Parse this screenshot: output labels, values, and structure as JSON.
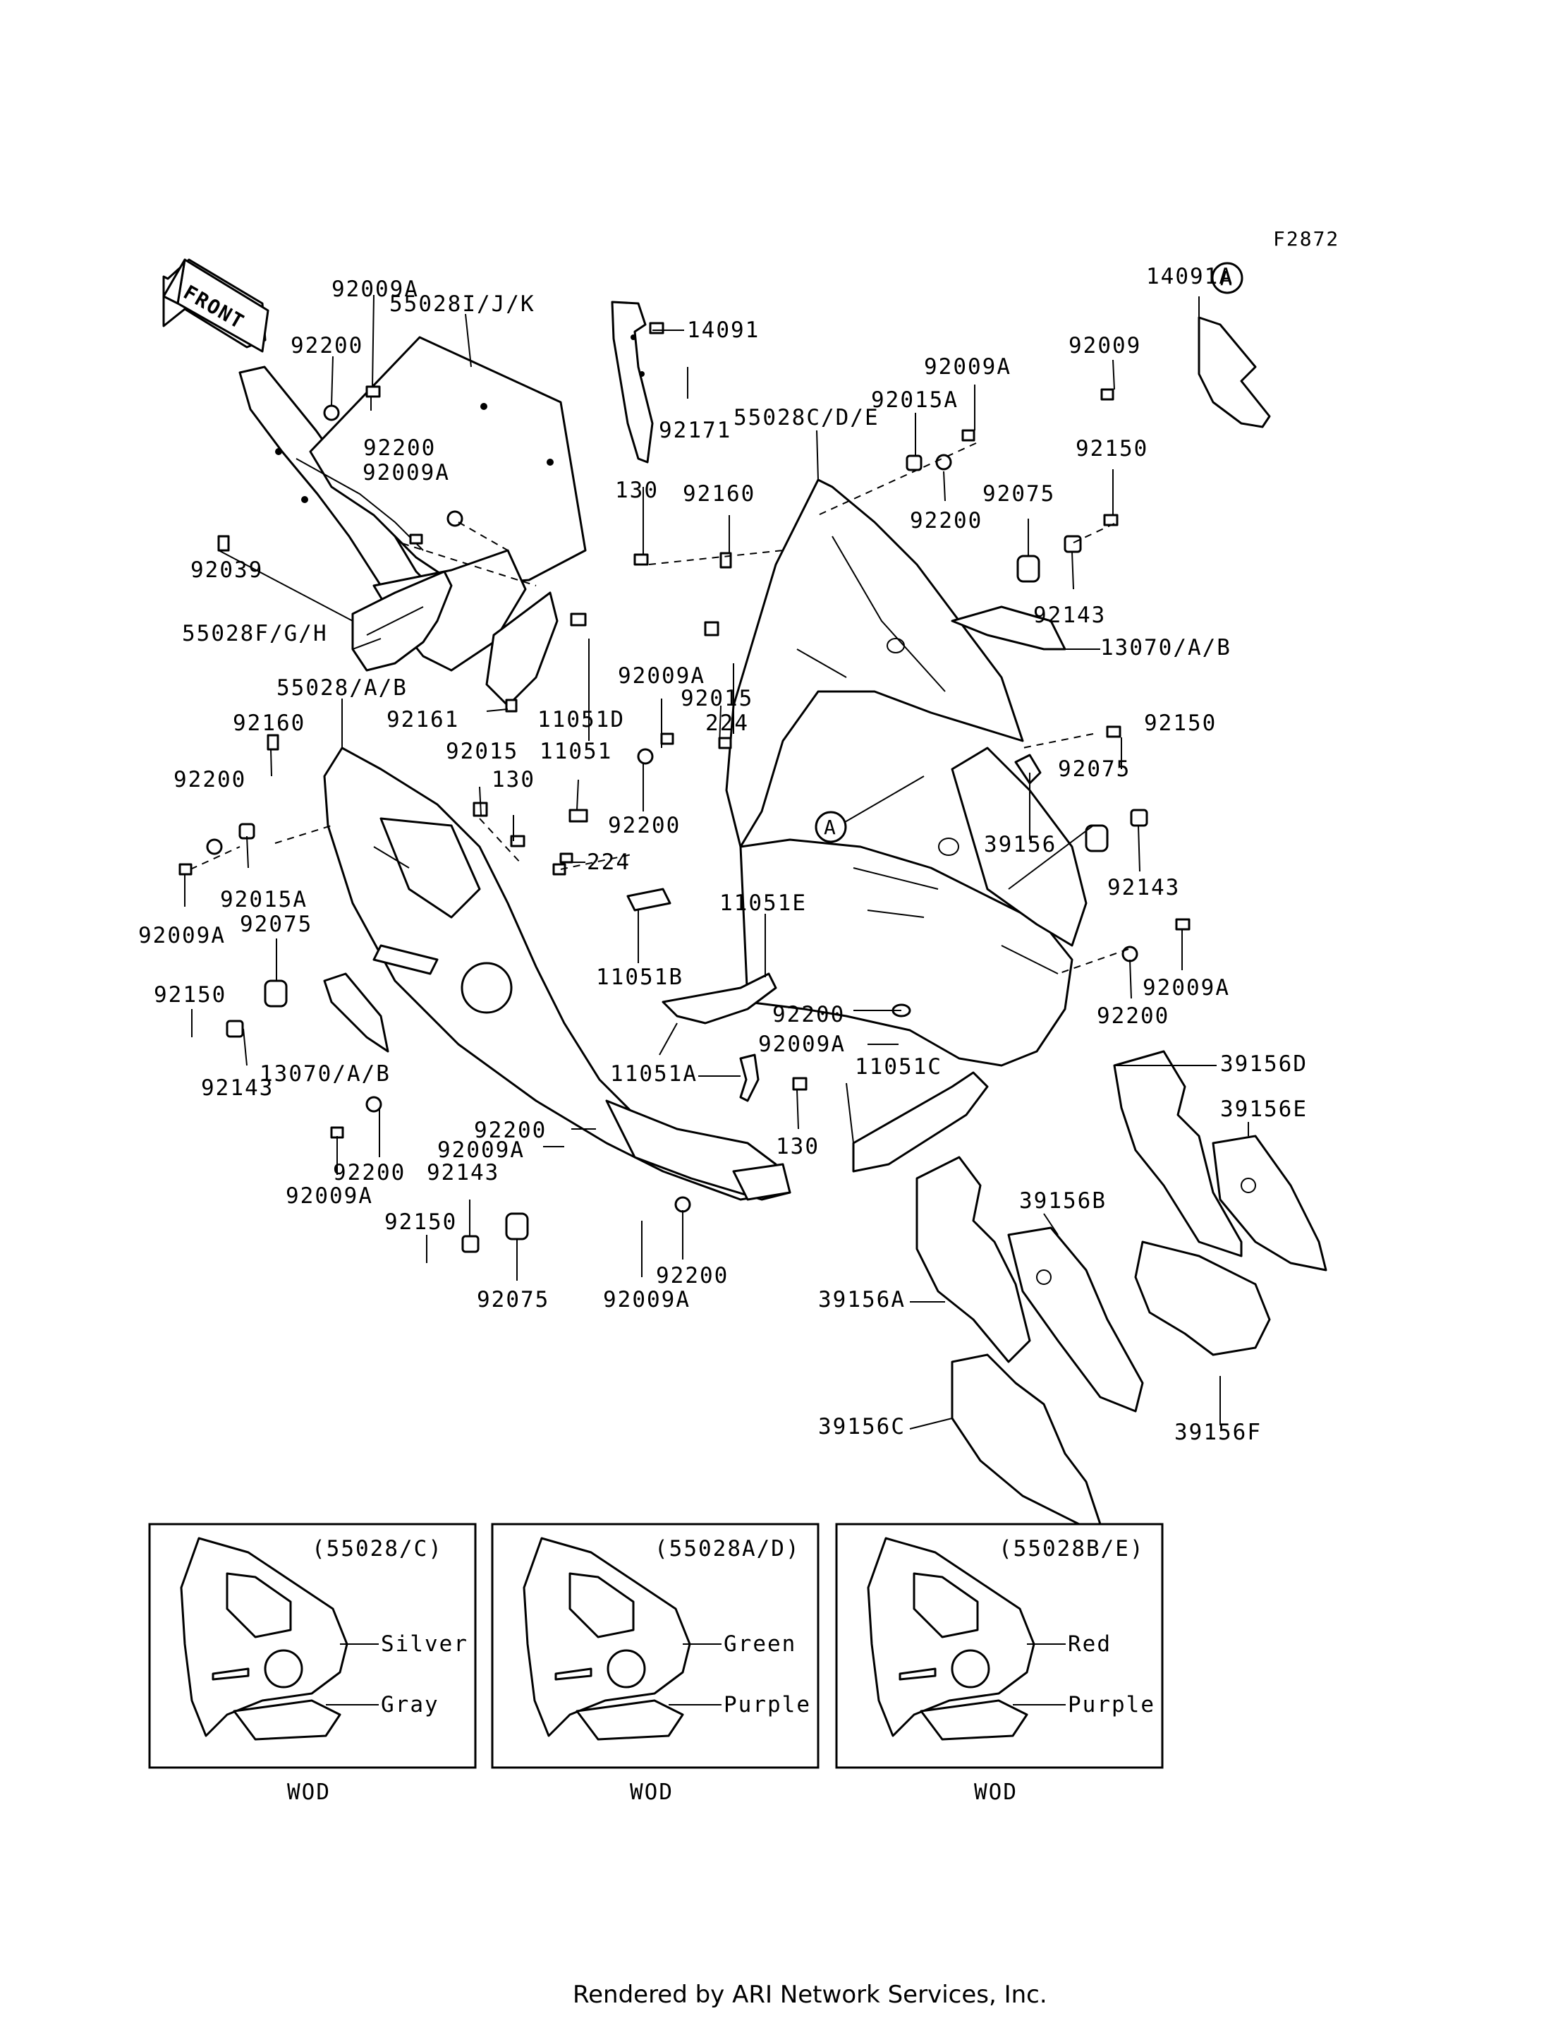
{
  "figure_code": "F2872",
  "front_arrow_label": "FRONT",
  "callout_letter": "A",
  "footer": "Rendered by ARI Network Services, Inc.",
  "labels": {
    "l_55028IJK": "55028I/J/K",
    "l_92009A_1": "92009A",
    "l_92200_1": "92200",
    "l_14091": "14091",
    "l_14091A": "14091A",
    "l_92009_1": "92009",
    "l_92009A_2": "92009A",
    "l_92015A_1": "92015A",
    "l_55028CDE": "55028C/D/E",
    "l_92171": "92171",
    "l_92200_2": "92200",
    "l_92009A_3": "92009A",
    "l_130_1": "130",
    "l_92160_1": "92160",
    "l_92200_3": "92200",
    "l_92075_1": "92075",
    "l_92150_1": "92150",
    "l_92143_1": "92143",
    "l_13070AB_1": "13070/A/B",
    "l_92039": "92039",
    "l_55028FGH": "55028F/G/H",
    "l_55028AB": "55028/A/B",
    "l_92161": "92161",
    "l_11051D": "11051D",
    "l_92009A_4": "92009A",
    "l_92015_1": "92015",
    "l_224_1": "224",
    "l_92160_2": "92160",
    "l_92015_2": "92015",
    "l_11051": "11051",
    "l_92200_4": "92200",
    "l_130_2": "130",
    "l_92200_5": "92200",
    "l_92150_2": "92150",
    "l_92075_2": "92075",
    "l_39156": "39156",
    "l_92143_2": "92143",
    "l_92015A_2": "92015A",
    "l_224_2": "224",
    "l_92009A_5": "92009A",
    "l_92075_3": "92075",
    "l_11051E": "11051E",
    "l_11051B": "11051B",
    "l_92009A_6": "92009A",
    "l_92200_6": "92200",
    "l_92150_3": "92150",
    "l_92200_7": "92200",
    "l_92009A_7": "92009A",
    "l_92143_3": "92143",
    "l_13070AB_2": "13070/A/B",
    "l_11051A": "11051A",
    "l_11051C": "11051C",
    "l_39156D": "39156D",
    "l_39156E": "39156E",
    "l_92200_8": "92200",
    "l_92009A_8": "92009A",
    "l_130_3": "130",
    "l_92200_9": "92200",
    "l_92143_4": "92143",
    "l_92009A_9": "92009A",
    "l_92150_4": "92150",
    "l_92075_4": "92075",
    "l_92200_10": "92200",
    "l_92009A_10": "92009A",
    "l_39156B": "39156B",
    "l_39156A": "39156A",
    "l_39156C": "39156C",
    "l_39156F": "39156F"
  },
  "color_variants": [
    {
      "code": "(55028/C)",
      "upper": "Silver",
      "lower": "Gray",
      "caption": "WOD"
    },
    {
      "code": "(55028A/D)",
      "upper": "Green",
      "lower": "Purple",
      "caption": "WOD"
    },
    {
      "code": "(55028B/E)",
      "upper": "Red",
      "lower": "Purple",
      "caption": "WOD"
    }
  ]
}
